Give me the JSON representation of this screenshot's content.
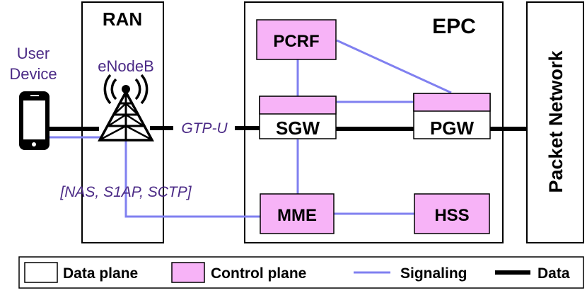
{
  "regions": {
    "ran": "RAN",
    "epc": "EPC",
    "packet_network": "Packet Network"
  },
  "labels": {
    "user_device_line1": "User",
    "user_device_line2": "Device",
    "enodeb": "eNodeB",
    "gtp_u": "GTP-U",
    "nas_protocols": "[NAS, S1AP, SCTP]"
  },
  "nodes": {
    "pcrf": "PCRF",
    "sgw": "SGW",
    "pgw": "PGW",
    "mme": "MME",
    "hss": "HSS"
  },
  "legend": {
    "data_plane": "Data plane",
    "control_plane": "Control plane",
    "signaling": "Signaling",
    "data": "Data"
  },
  "colors": {
    "control_plane_fill": "#f7b3f7",
    "signaling_line": "#8080f0",
    "data_line": "#000000",
    "label_purple": "#4b2a86"
  },
  "icons": {
    "user_device": "smartphone-icon",
    "enodeb": "cell-tower-icon"
  }
}
